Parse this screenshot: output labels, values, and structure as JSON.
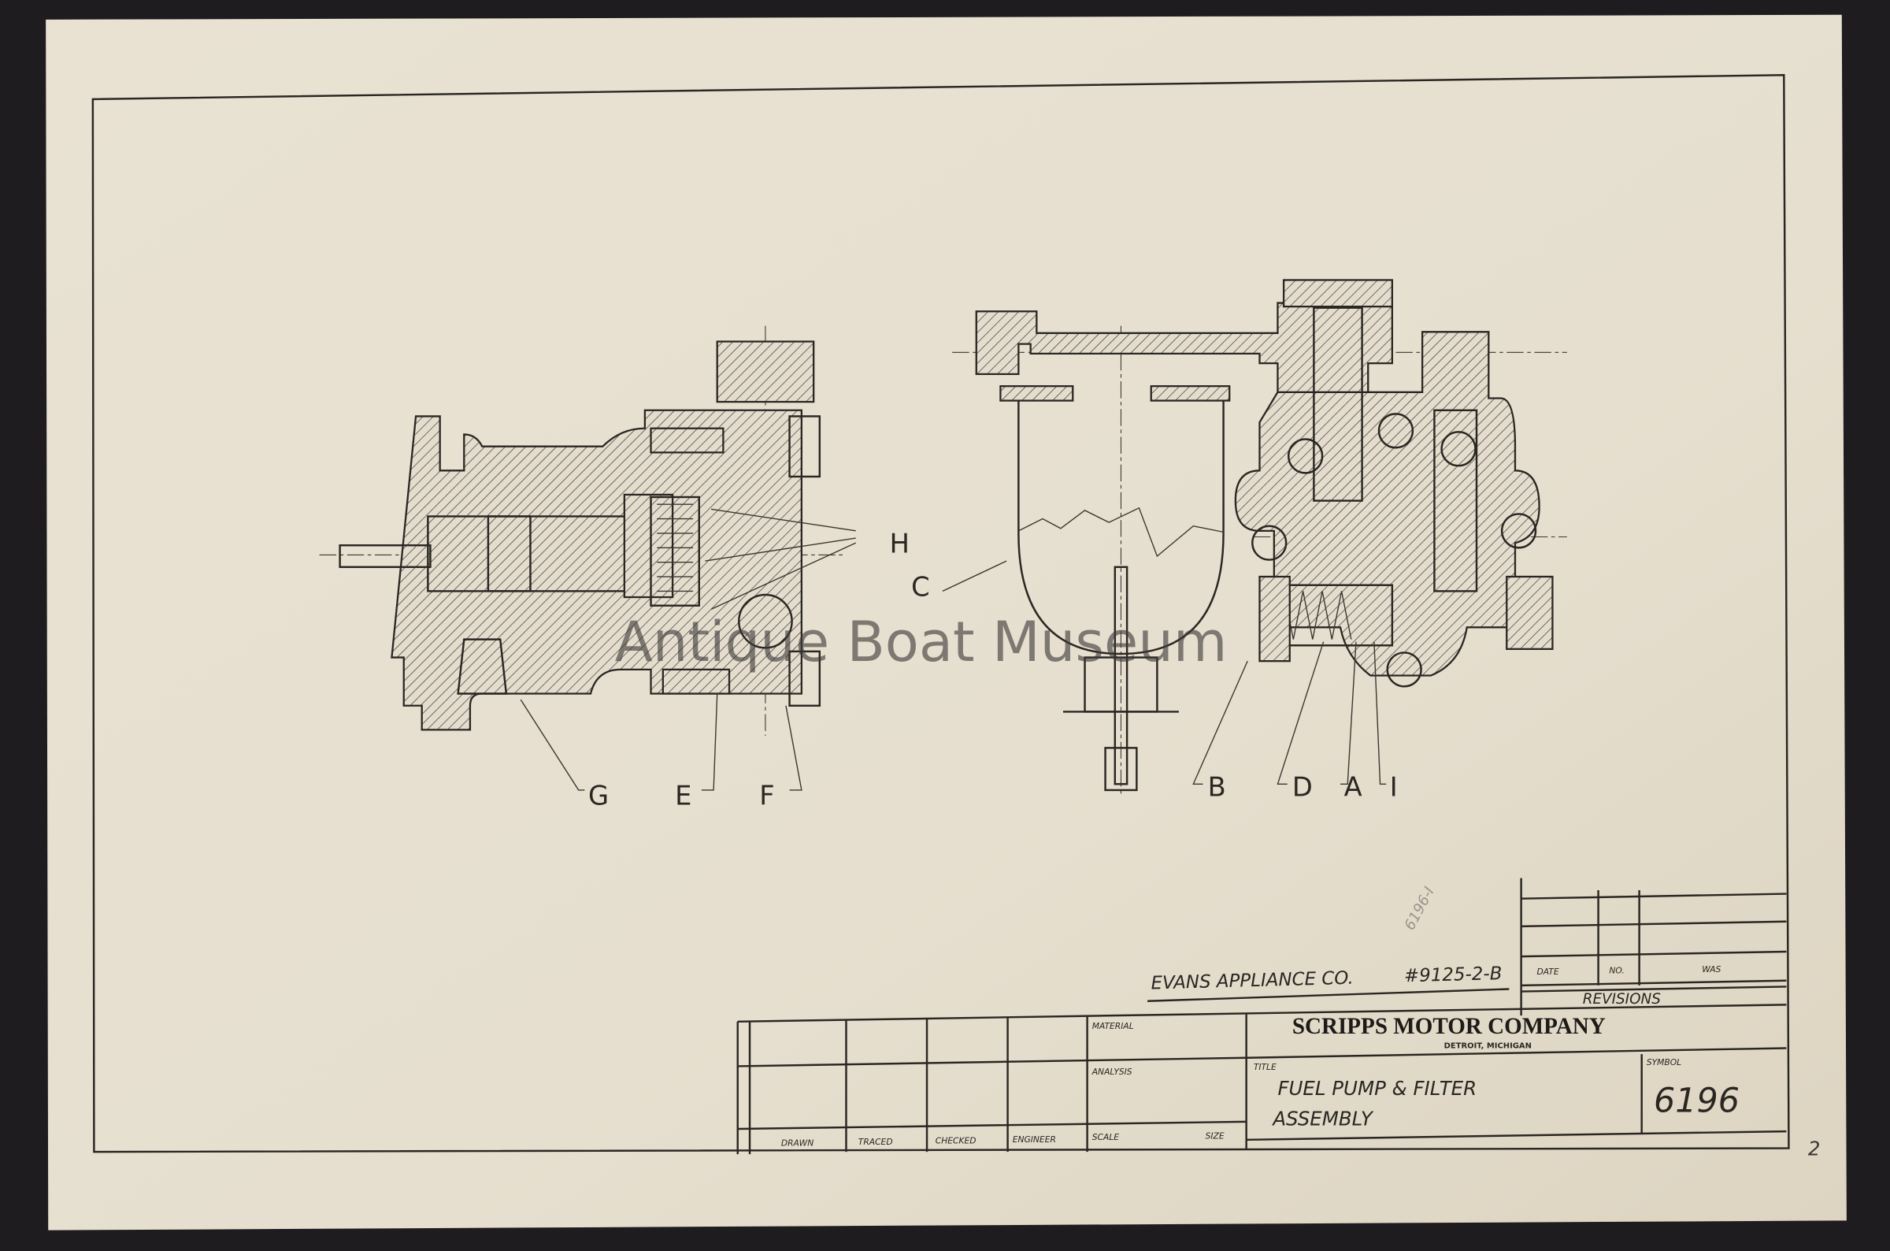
{
  "drawing": {
    "vendor_note": "EVANS APPLIANCE CO.",
    "vendor_part_no": "#9125-2-B",
    "company": "SCRIPPS MOTOR COMPANY",
    "location": "DETROIT, MICHIGAN",
    "title_label": "TITLE",
    "title_line1": "FUEL PUMP & FILTER",
    "title_line2": "ASSEMBLY",
    "symbol_label": "SYMBOL",
    "symbol": "6196",
    "material_label": "MATERIAL",
    "analysis_label": "ANALYSIS",
    "scale_label": "SCALE",
    "size_label": "SIZE",
    "signoff_labels": [
      "DRAWN",
      "TRACED",
      "CHECKED",
      "ENGINEER"
    ],
    "revisions": {
      "label": "REVISIONS",
      "columns": [
        "DATE",
        "NO.",
        "WAS"
      ]
    },
    "pencil_note": "6196-I",
    "corner_mark": "2"
  },
  "callouts": [
    "H",
    "C",
    "G",
    "E",
    "F",
    "B",
    "D",
    "A",
    "I"
  ],
  "watermark": "Antique Boat Museum",
  "colors": {
    "paper": "#e6dfd0",
    "ink": "#2a2622",
    "background": "#1e1c1f"
  }
}
